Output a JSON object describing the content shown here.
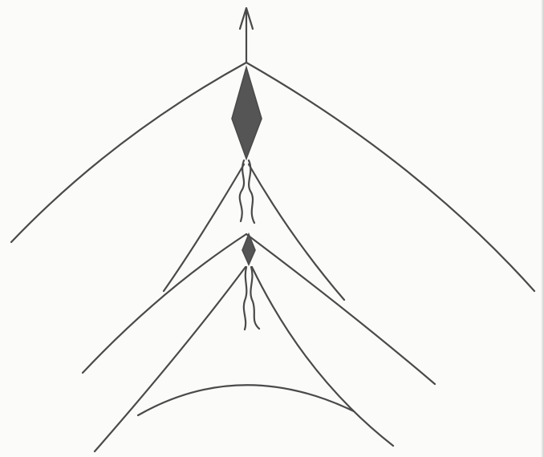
{
  "diagram": {
    "ink_color": "#4a4a4a",
    "fill_color": "#555555",
    "paper_color": "#fbfbf9",
    "components": [
      "arrow",
      "upper-kite",
      "upper-kite-tail",
      "upper-bridle",
      "lower-kite",
      "lower-kite-tail",
      "lower-bridle",
      "bottom-arc"
    ]
  }
}
